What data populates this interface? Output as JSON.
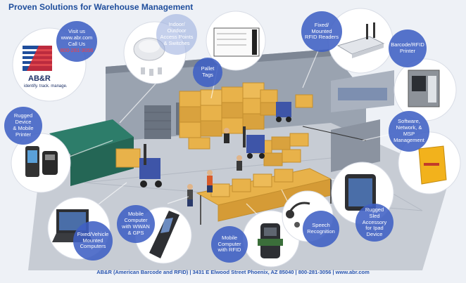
{
  "header": {
    "title": "Proven Solutions for Warehouse Management"
  },
  "contact": {
    "lines": [
      "Visit us",
      "www.abr.com",
      "Call Us",
      "800-281-3056"
    ]
  },
  "logo": {
    "name": "AB&R",
    "tagline": "identify. track. manage."
  },
  "callouts": {
    "access_points": [
      "Indoor/",
      "Outdoor",
      "Access Points",
      "& Switches"
    ],
    "pallet_tags": [
      "Pallet",
      "Tags"
    ],
    "rfid_readers": [
      "Fixed/",
      "Mounted",
      "RFID Readers"
    ],
    "barcode_printer": [
      "Barcode/RFID",
      "Printer"
    ],
    "software": [
      "Software,",
      "Network, &",
      "MSP",
      "Management"
    ],
    "rugged_device": [
      "Rugged",
      "Device",
      "& Mobile",
      "Printer"
    ],
    "fixed_vehicle": [
      "Fixed/Vehicle",
      "Mounted",
      "Computers"
    ],
    "mobile_wwan": [
      "Mobile",
      "Computer",
      "with WWAN",
      "& GPS"
    ],
    "mobile_rfid": [
      "Mobile",
      "Computer",
      "with RFID"
    ],
    "speech": [
      "Speech",
      "Recognition"
    ],
    "sled": [
      "Rugged",
      "Sled Accessory",
      "for Ipad",
      "Device"
    ]
  },
  "footer": {
    "text": "AB&R (American Barcode and RFID) | 3431 E Elwood Street Phoenix, AZ 85040 | 800-281-3056 | www.abr.com"
  },
  "colors": {
    "bubble": "#3f60c4",
    "title": "#1f4e9c",
    "floor": "#c7ccd4",
    "box": "#e8b24a",
    "footer_text": "#2a56b0"
  }
}
